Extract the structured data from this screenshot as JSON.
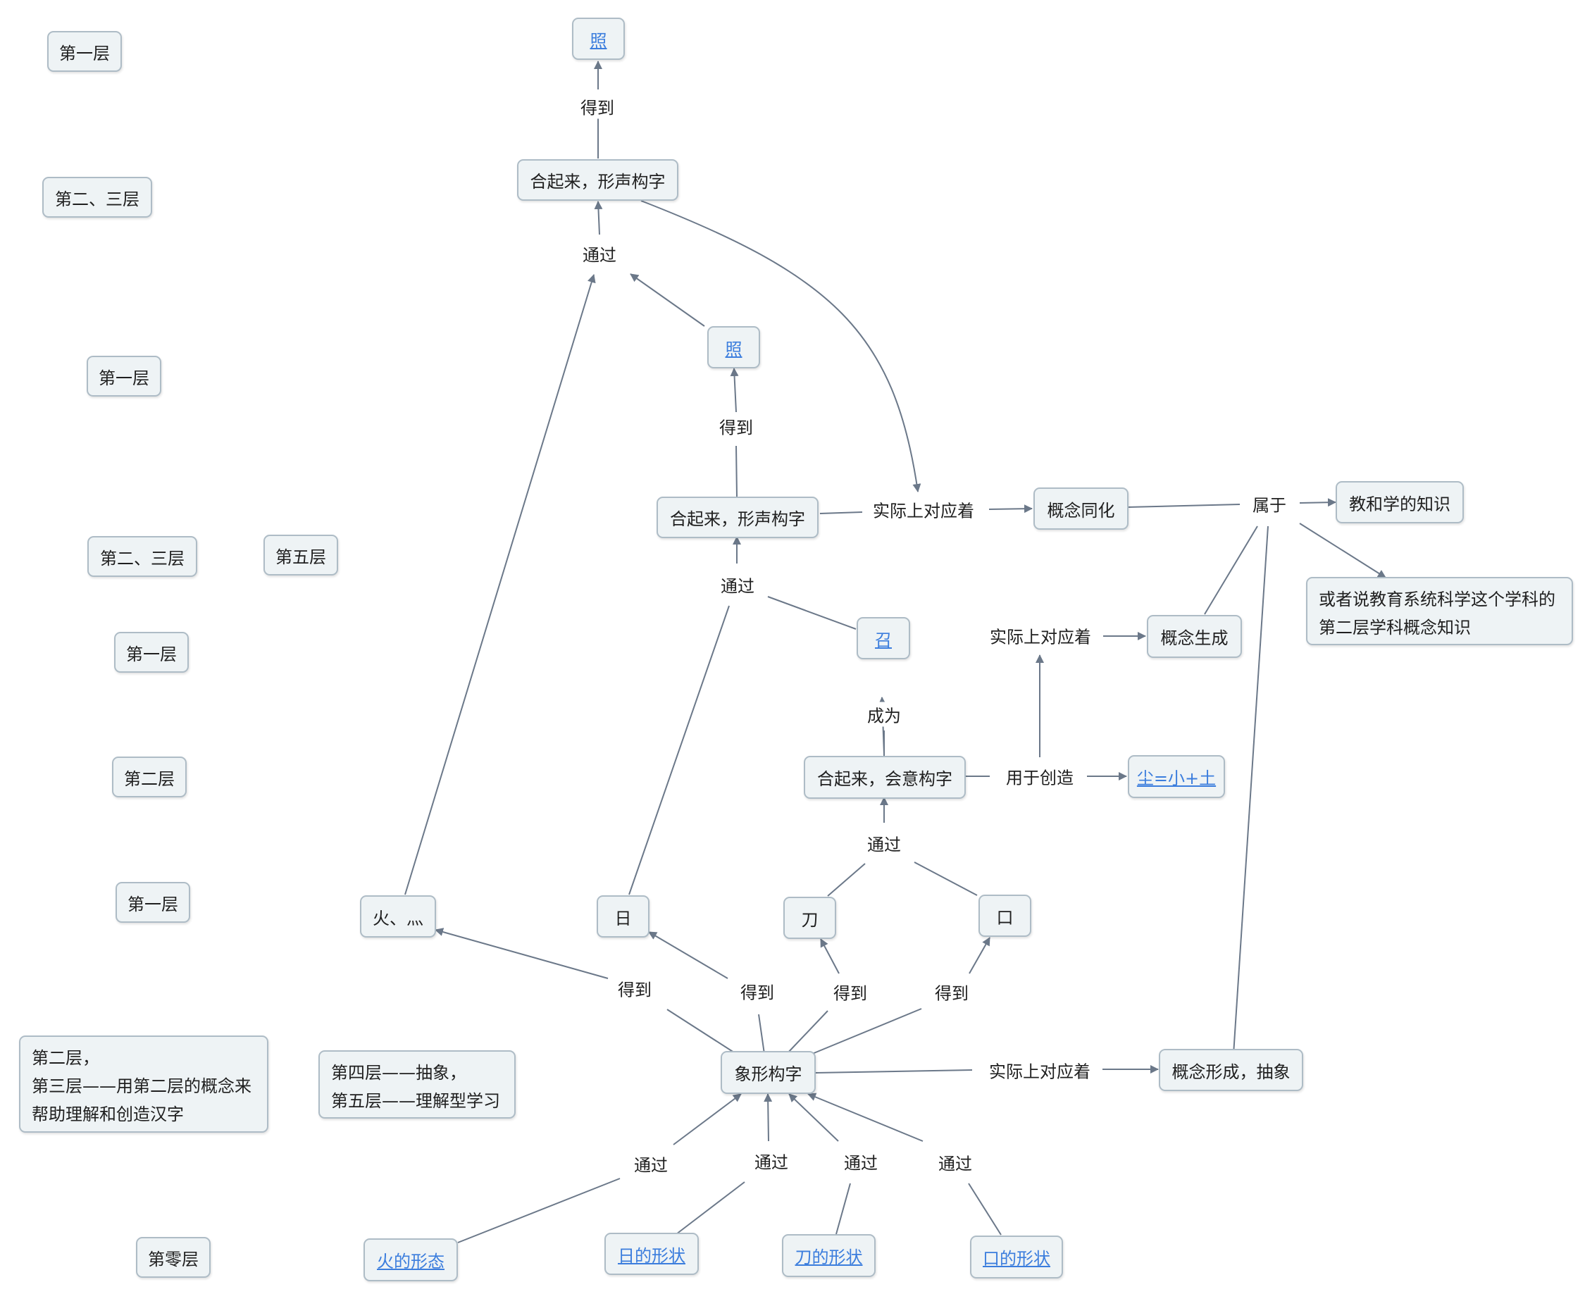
{
  "layer_labels": {
    "l_a": "第一层",
    "l_b": "第二、三层",
    "l_c": "第一层",
    "l_d": "第二、三层",
    "l_e": "第五层",
    "l_f": "第一层",
    "l_g": "第二层",
    "l_h": "第一层",
    "l_i": [
      "第二层，",
      "第三层——用第二层的概念来",
      "帮助理解和创造汉字"
    ],
    "l_j": [
      "第四层——抽象，",
      "第五层——理解型学习"
    ],
    "l_k": "第零层"
  },
  "nodes": {
    "zhao_top": "照",
    "hq_top": "合起来，形声构字",
    "zhao_mid": "照",
    "hq_mid": "合起来，形声构字",
    "gainian_tonghua": "概念同化",
    "jiaohexue": "教和学的知识",
    "huozhe": [
      "或者说教育系统科学这个学科的",
      "第二层学科概念知识"
    ],
    "zhao_call": "召",
    "gainian_shengcheng": "概念生成",
    "hq_huiyi": "合起来，会意构字",
    "chen": "尘=小+土",
    "huo": "火、灬",
    "ri": "日",
    "dao": "刀",
    "kou": "口",
    "xiangxing": "象形构字",
    "gainian_xingcheng": "概念形成，抽象",
    "huo_xingtai": "火的形态",
    "ri_xingzhuang": "日的形状",
    "dao_xingzhuang": "刀的形状",
    "kou_xingzhuang": "口的形状"
  },
  "edge_labels": {
    "dedao": "得到",
    "tongguo": "通过",
    "shiji": "实际上对应着",
    "shuyu": "属于",
    "chengwei": "成为",
    "yongyu": "用于创造"
  },
  "colors": {
    "node_fill": "#eef3f5",
    "node_border": "#aebcc6",
    "edge": "#6b7889",
    "link_text": "#3b7ddd"
  }
}
